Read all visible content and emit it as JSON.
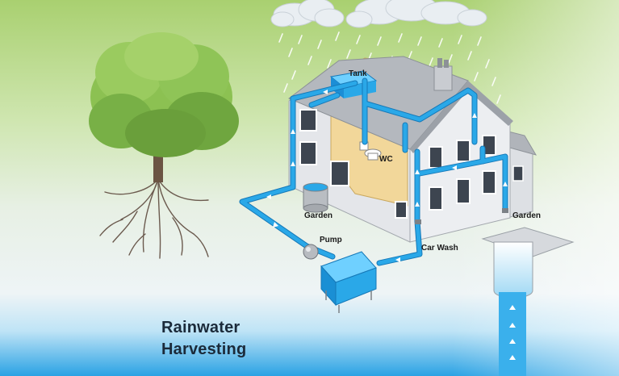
{
  "title": {
    "line1": "Rainwater",
    "line2": "Harvesting"
  },
  "labels": {
    "tank": "Tank",
    "wc": "WC",
    "garden_left": "Garden",
    "garden_right": "Garden",
    "pump": "Pump",
    "car_wash": "Car Wash"
  },
  "colors": {
    "pipe": "#2aa8e8",
    "pipe_dark": "#1679b8",
    "grass": "#b8d98c",
    "water": "#4ab6ec",
    "wall": "#e9ebee",
    "roof": "#a9adb3",
    "attic": "#f4dc8a",
    "tree": "#7cb547"
  }
}
